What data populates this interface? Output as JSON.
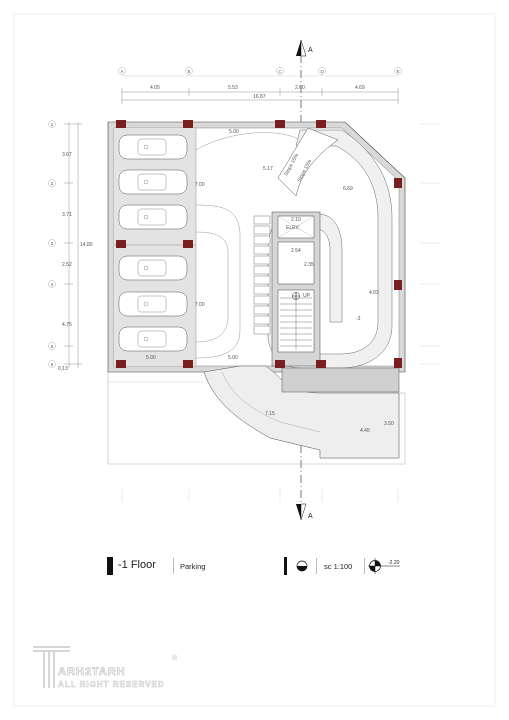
{
  "plan": {
    "section_marker": "A",
    "grid_columns": [
      "A",
      "B",
      "C",
      "D",
      "E"
    ],
    "grid_rows": [
      "1",
      "2",
      "3",
      "4",
      "5",
      "6"
    ],
    "dims_top": [
      "4.05",
      "5.53",
      "2.60",
      "4.69"
    ],
    "dim_total_width": "16.87",
    "dims_left": [
      "3.67",
      "3.71",
      "2.52",
      "4.75"
    ],
    "dim_total_height": "14.80",
    "dim_left_small": "0.13",
    "room_dims": {
      "ramp_top": "5.00",
      "aisle_upper": "7.00",
      "aisle_lower": "7.00",
      "ramp_bottom_left": "5.00",
      "ramp_bottom_mid": "5.00",
      "core_height": "5.17",
      "ramp_right": "6.69",
      "ramp_right_vertical": "4.03",
      "core_width_a": "2.10",
      "core_width_b": "2.54",
      "core_height_b": "2.35",
      "lower_ramp_a": "7.15",
      "lower_ramp_b": "4.45",
      "lower_ramp_c": "3.50"
    },
    "slope_labels": [
      "Slope 15%",
      "Slope 15%"
    ],
    "elevator_label": "ELEV.",
    "stair_label": "UP",
    "level_mark": "-3"
  },
  "title_block": {
    "floor": "-1 Floor",
    "use": "Parking",
    "scale": "sc 1:100",
    "level": "-2.20"
  },
  "watermark": {
    "brand": "ARH2TARH",
    "subtitle": "ALL RIGHT RESERVED",
    "reg": "®"
  }
}
